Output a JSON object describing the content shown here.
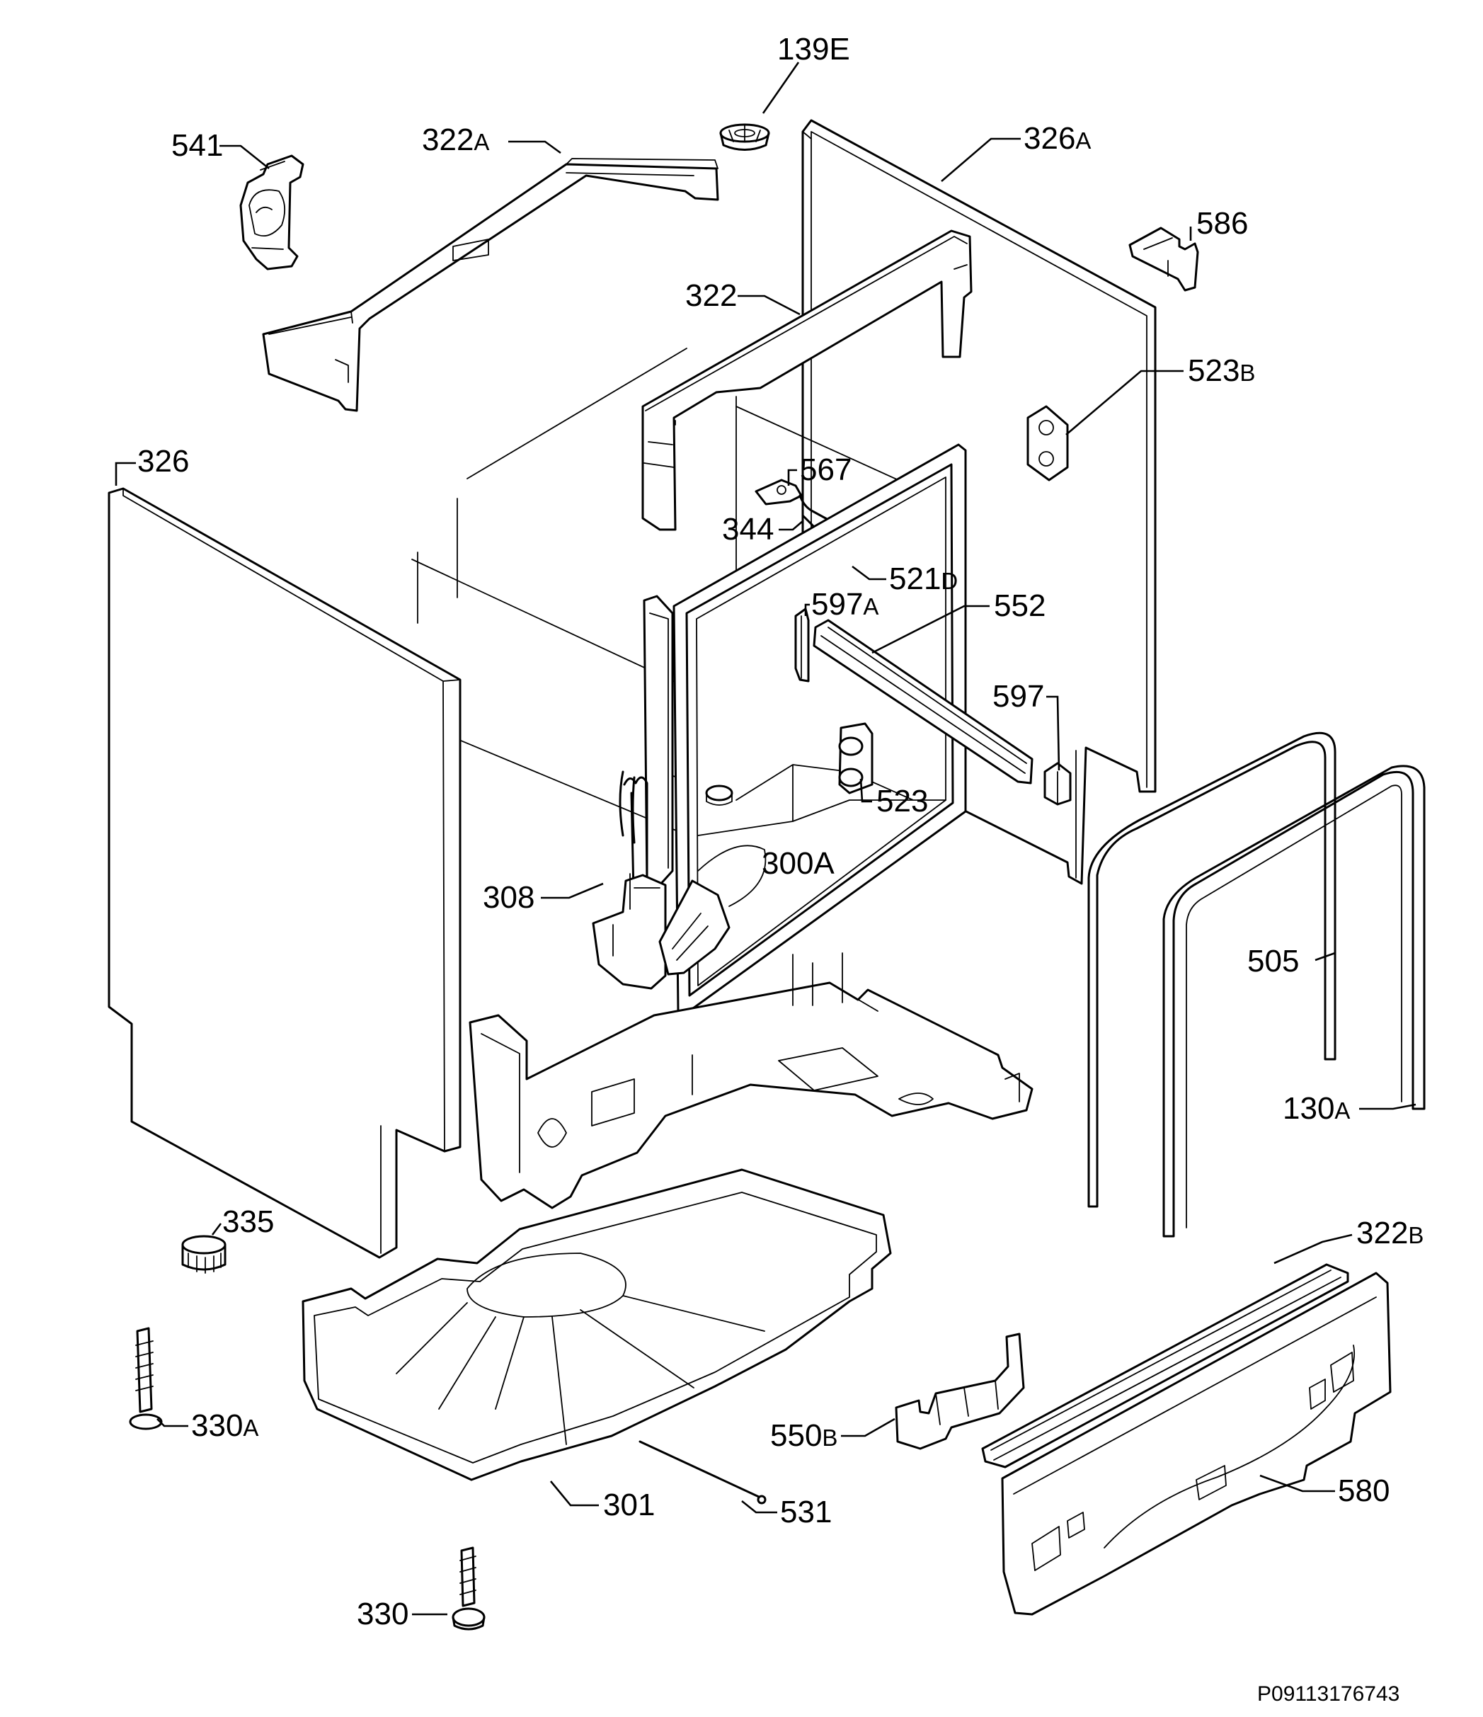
{
  "diagram": {
    "document_id": "P09113176743",
    "callouts": [
      {
        "id": "139E",
        "num": "139E",
        "suffix": ""
      },
      {
        "id": "541",
        "num": "541",
        "suffix": ""
      },
      {
        "id": "322A",
        "num": "322",
        "suffix": "A"
      },
      {
        "id": "326A",
        "num": "326",
        "suffix": "A"
      },
      {
        "id": "586",
        "num": "586",
        "suffix": ""
      },
      {
        "id": "322",
        "num": "322",
        "suffix": ""
      },
      {
        "id": "523B",
        "num": "523",
        "suffix": "B"
      },
      {
        "id": "326",
        "num": "326",
        "suffix": ""
      },
      {
        "id": "567",
        "num": "567",
        "suffix": ""
      },
      {
        "id": "344",
        "num": "344",
        "suffix": ""
      },
      {
        "id": "521D",
        "num": "521",
        "suffix": "D"
      },
      {
        "id": "597A",
        "num": "597",
        "suffix": "A"
      },
      {
        "id": "552",
        "num": "552",
        "suffix": ""
      },
      {
        "id": "597",
        "num": "597",
        "suffix": ""
      },
      {
        "id": "523",
        "num": "523",
        "suffix": ""
      },
      {
        "id": "300A",
        "num": "300A",
        "suffix": ""
      },
      {
        "id": "308",
        "num": "308",
        "suffix": ""
      },
      {
        "id": "505",
        "num": "505",
        "suffix": ""
      },
      {
        "id": "130A",
        "num": "130",
        "suffix": "A"
      },
      {
        "id": "335",
        "num": "335",
        "suffix": ""
      },
      {
        "id": "322B",
        "num": "322",
        "suffix": "B"
      },
      {
        "id": "330A",
        "num": "330",
        "suffix": "A"
      },
      {
        "id": "550B",
        "num": "550",
        "suffix": "B"
      },
      {
        "id": "580",
        "num": "580",
        "suffix": ""
      },
      {
        "id": "301",
        "num": "301",
        "suffix": ""
      },
      {
        "id": "531",
        "num": "531",
        "suffix": ""
      },
      {
        "id": "330",
        "num": "330",
        "suffix": ""
      }
    ]
  }
}
